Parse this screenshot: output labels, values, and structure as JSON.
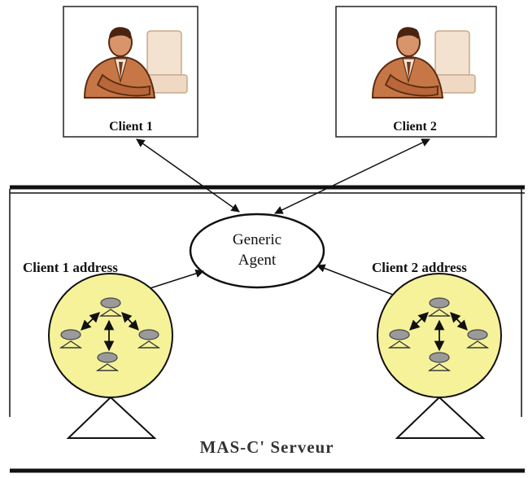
{
  "client1": {
    "label": "Client 1",
    "address_label": "Client 1 address"
  },
  "client2": {
    "label": "Client 2",
    "address_label": "Client 2 address"
  },
  "agent": {
    "line1": "Generic",
    "line2": "Agent"
  },
  "server": {
    "label": "MAS-C' Serveur"
  },
  "colors": {
    "cluster_fill": "#f5f29a",
    "node_fill": "#9a9a9a",
    "skin": "#d28a5c",
    "line": "#111111"
  }
}
